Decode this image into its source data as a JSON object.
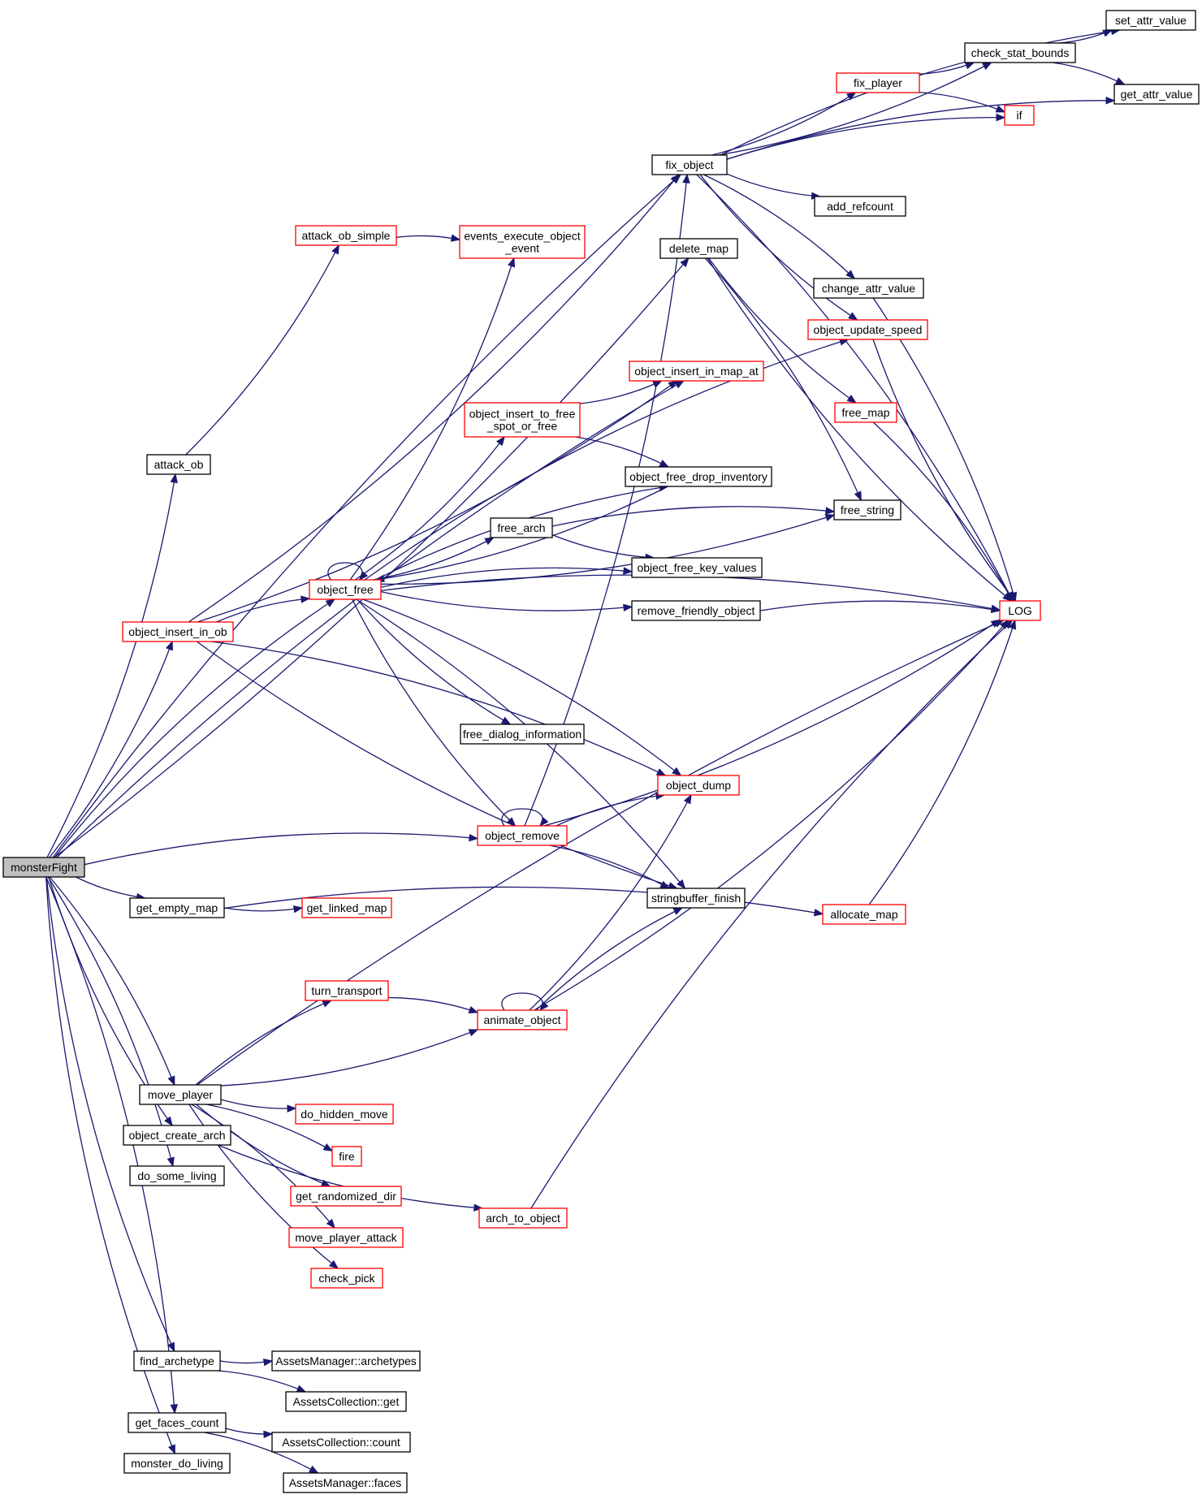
{
  "colors": {
    "edge": "#191970",
    "node_border_black": "#000000",
    "node_border_red": "#ff0000",
    "root_fill": "#bfbfbf",
    "node_fill": "#ffffff"
  },
  "nodes": {
    "monsterFight": {
      "label": "monsterFight",
      "style": "root"
    },
    "set_attr_value": {
      "label": "set_attr_value",
      "style": "black"
    },
    "check_stat_bounds": {
      "label": "check_stat_bounds",
      "style": "black"
    },
    "get_attr_value": {
      "label": "get_attr_value",
      "style": "black"
    },
    "fix_player": {
      "label": "fix_player",
      "style": "red"
    },
    "if": {
      "label": "if",
      "style": "red"
    },
    "fix_object": {
      "label": "fix_object",
      "style": "black"
    },
    "add_refcount": {
      "label": "add_refcount",
      "style": "black"
    },
    "attack_ob_simple": {
      "label": "attack_ob_simple",
      "style": "red"
    },
    "events_execute_object_event": {
      "label": "events_execute_object\n_event",
      "style": "red"
    },
    "delete_map": {
      "label": "delete_map",
      "style": "black"
    },
    "change_attr_value": {
      "label": "change_attr_value",
      "style": "black"
    },
    "object_update_speed": {
      "label": "object_update_speed",
      "style": "red"
    },
    "object_insert_in_map_at": {
      "label": "object_insert_in_map_at",
      "style": "red"
    },
    "object_insert_to_free_spot_or_free": {
      "label": "object_insert_to_free\n_spot_or_free",
      "style": "red"
    },
    "free_map": {
      "label": "free_map",
      "style": "red"
    },
    "attack_ob": {
      "label": "attack_ob",
      "style": "black"
    },
    "object_free_drop_inventory": {
      "label": "object_free_drop_inventory",
      "style": "black"
    },
    "free_string": {
      "label": "free_string",
      "style": "black"
    },
    "free_arch": {
      "label": "free_arch",
      "style": "black"
    },
    "object_free_key_values": {
      "label": "object_free_key_values",
      "style": "black"
    },
    "object_free": {
      "label": "object_free",
      "style": "red"
    },
    "remove_friendly_object": {
      "label": "remove_friendly_object",
      "style": "black"
    },
    "LOG": {
      "label": "LOG",
      "style": "red"
    },
    "object_insert_in_ob": {
      "label": "object_insert_in_ob",
      "style": "red"
    },
    "free_dialog_information": {
      "label": "free_dialog_information",
      "style": "black"
    },
    "object_dump": {
      "label": "object_dump",
      "style": "red"
    },
    "object_remove": {
      "label": "object_remove",
      "style": "red"
    },
    "stringbuffer_finish": {
      "label": "stringbuffer_finish",
      "style": "black"
    },
    "get_empty_map": {
      "label": "get_empty_map",
      "style": "black"
    },
    "get_linked_map": {
      "label": "get_linked_map",
      "style": "red"
    },
    "allocate_map": {
      "label": "allocate_map",
      "style": "red"
    },
    "turn_transport": {
      "label": "turn_transport",
      "style": "red"
    },
    "animate_object": {
      "label": "animate_object",
      "style": "red"
    },
    "move_player": {
      "label": "move_player",
      "style": "black"
    },
    "do_hidden_move": {
      "label": "do_hidden_move",
      "style": "red"
    },
    "object_create_arch": {
      "label": "object_create_arch",
      "style": "black"
    },
    "fire": {
      "label": "fire",
      "style": "red"
    },
    "do_some_living": {
      "label": "do_some_living",
      "style": "black"
    },
    "get_randomized_dir": {
      "label": "get_randomized_dir",
      "style": "red"
    },
    "arch_to_object": {
      "label": "arch_to_object",
      "style": "red"
    },
    "move_player_attack": {
      "label": "move_player_attack",
      "style": "red"
    },
    "check_pick": {
      "label": "check_pick",
      "style": "red"
    },
    "find_archetype": {
      "label": "find_archetype",
      "style": "black"
    },
    "AssetsManager_archetypes": {
      "label": "AssetsManager::archetypes",
      "style": "black"
    },
    "AssetsCollection_get": {
      "label": "AssetsCollection::get",
      "style": "black"
    },
    "get_faces_count": {
      "label": "get_faces_count",
      "style": "black"
    },
    "AssetsCollection_count": {
      "label": "AssetsCollection::count",
      "style": "black"
    },
    "monster_do_living": {
      "label": "monster_do_living",
      "style": "black"
    },
    "AssetsManager_faces": {
      "label": "AssetsManager::faces",
      "style": "black"
    }
  },
  "edges": [
    [
      "monsterFight",
      "fix_object"
    ],
    [
      "monsterFight",
      "delete_map"
    ],
    [
      "monsterFight",
      "object_insert_in_map_at"
    ],
    [
      "monsterFight",
      "attack_ob"
    ],
    [
      "monsterFight",
      "object_free"
    ],
    [
      "monsterFight",
      "object_insert_in_ob"
    ],
    [
      "monsterFight",
      "object_remove"
    ],
    [
      "monsterFight",
      "get_empty_map"
    ],
    [
      "monsterFight",
      "move_player"
    ],
    [
      "monsterFight",
      "object_create_arch"
    ],
    [
      "monsterFight",
      "do_some_living"
    ],
    [
      "monsterFight",
      "find_archetype"
    ],
    [
      "monsterFight",
      "get_faces_count"
    ],
    [
      "monsterFight",
      "monster_do_living"
    ],
    [
      "fix_object",
      "set_attr_value"
    ],
    [
      "fix_object",
      "check_stat_bounds"
    ],
    [
      "fix_object",
      "get_attr_value"
    ],
    [
      "fix_object",
      "fix_player"
    ],
    [
      "fix_object",
      "if"
    ],
    [
      "fix_object",
      "add_refcount"
    ],
    [
      "fix_object",
      "change_attr_value"
    ],
    [
      "fix_object",
      "object_update_speed"
    ],
    [
      "fix_object",
      "LOG"
    ],
    [
      "check_stat_bounds",
      "set_attr_value"
    ],
    [
      "check_stat_bounds",
      "get_attr_value"
    ],
    [
      "fix_player",
      "check_stat_bounds"
    ],
    [
      "fix_player",
      "if"
    ],
    [
      "attack_ob",
      "attack_ob_simple"
    ],
    [
      "attack_ob_simple",
      "events_execute_object_event"
    ],
    [
      "delete_map",
      "free_map"
    ],
    [
      "delete_map",
      "free_string"
    ],
    [
      "delete_map",
      "LOG"
    ],
    [
      "change_attr_value",
      "LOG"
    ],
    [
      "object_update_speed",
      "LOG"
    ],
    [
      "free_map",
      "LOG"
    ],
    [
      "object_insert_to_free_spot_or_free",
      "object_insert_in_map_at"
    ],
    [
      "object_insert_to_free_spot_or_free",
      "object_free_drop_inventory"
    ],
    [
      "object_free",
      "events_execute_object_event"
    ],
    [
      "object_free",
      "object_update_speed"
    ],
    [
      "object_free",
      "object_insert_to_free_spot_or_free"
    ],
    [
      "object_free",
      "object_free_drop_inventory"
    ],
    [
      "object_free",
      "free_arch"
    ],
    [
      "object_free",
      "object_free_key_values"
    ],
    [
      "object_free",
      "remove_friendly_object"
    ],
    [
      "object_free",
      "LOG"
    ],
    [
      "object_free",
      "free_dialog_information"
    ],
    [
      "object_free",
      "object_dump"
    ],
    [
      "object_free",
      "object_remove"
    ],
    [
      "object_free",
      "stringbuffer_finish"
    ],
    [
      "object_free",
      "free_string"
    ],
    [
      "object_free_drop_inventory",
      "object_free"
    ],
    [
      "object_free",
      "object_free"
    ],
    [
      "free_arch",
      "free_string"
    ],
    [
      "free_arch",
      "object_free_key_values"
    ],
    [
      "remove_friendly_object",
      "LOG"
    ],
    [
      "object_insert_in_ob",
      "fix_object"
    ],
    [
      "object_insert_in_ob",
      "object_free"
    ],
    [
      "object_insert_in_ob",
      "object_insert_in_map_at"
    ],
    [
      "object_insert_in_ob",
      "object_dump"
    ],
    [
      "object_insert_in_ob",
      "stringbuffer_finish"
    ],
    [
      "object_remove",
      "object_dump"
    ],
    [
      "object_remove",
      "LOG"
    ],
    [
      "object_remove",
      "stringbuffer_finish"
    ],
    [
      "object_remove",
      "fix_object"
    ],
    [
      "object_remove",
      "object_remove"
    ],
    [
      "get_empty_map",
      "get_linked_map"
    ],
    [
      "get_empty_map",
      "allocate_map"
    ],
    [
      "allocate_map",
      "LOG"
    ],
    [
      "move_player",
      "turn_transport"
    ],
    [
      "move_player",
      "animate_object"
    ],
    [
      "move_player",
      "LOG"
    ],
    [
      "move_player",
      "do_hidden_move"
    ],
    [
      "move_player",
      "fire"
    ],
    [
      "move_player",
      "get_randomized_dir"
    ],
    [
      "move_player",
      "move_player_attack"
    ],
    [
      "move_player",
      "check_pick"
    ],
    [
      "turn_transport",
      "animate_object"
    ],
    [
      "animate_object",
      "object_dump"
    ],
    [
      "animate_object",
      "stringbuffer_finish"
    ],
    [
      "animate_object",
      "LOG"
    ],
    [
      "animate_object",
      "animate_object"
    ],
    [
      "object_create_arch",
      "arch_to_object"
    ],
    [
      "arch_to_object",
      "LOG"
    ],
    [
      "find_archetype",
      "AssetsManager_archetypes"
    ],
    [
      "find_archetype",
      "AssetsCollection_get"
    ],
    [
      "get_faces_count",
      "AssetsCollection_count"
    ],
    [
      "get_faces_count",
      "AssetsManager_faces"
    ]
  ]
}
